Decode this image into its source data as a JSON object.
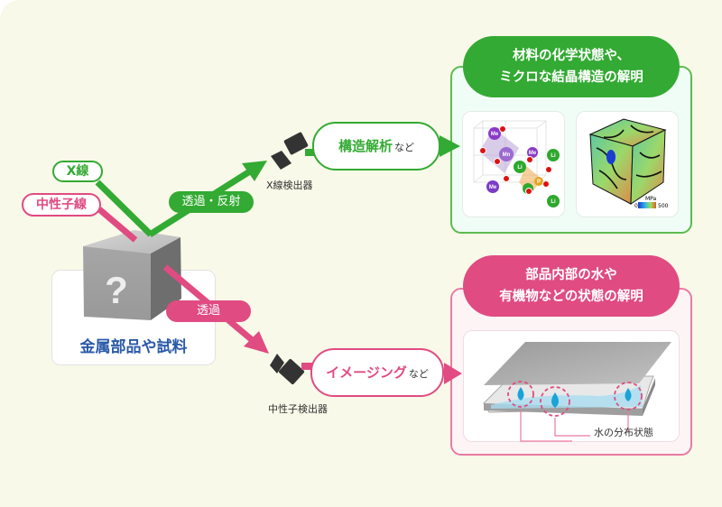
{
  "colors": {
    "background": "#f8f9e8",
    "xray_green": "#33aa33",
    "neutron_pink": "#e04b82",
    "sample_blue": "#2a5aa8"
  },
  "sources": {
    "xray": "X線",
    "neutron": "中性子線"
  },
  "sample": {
    "icon": "question-mark-cube-icon",
    "glyph": "?",
    "label": "金属部品や試料"
  },
  "paths": {
    "xray_interaction": "透過・反射",
    "neutron_interaction": "透過"
  },
  "detectors": {
    "xray": {
      "icon": "camera-icon",
      "label": "X線検出器"
    },
    "neutron": {
      "icon": "camera-icon",
      "label": "中性子検出器"
    }
  },
  "methods": {
    "xray": {
      "main": "構造解析",
      "suffix": "など"
    },
    "neutron": {
      "main": "イメージング",
      "suffix": "など"
    }
  },
  "results": {
    "xray": {
      "heading_line1": "材料の化学状態や、",
      "heading_line2": "ミクロな結晶構造の解明",
      "crystal_atoms": [
        "Me",
        "Mn",
        "Li",
        "P",
        "O"
      ],
      "stress_map": {
        "unit": "MPa",
        "min": "0",
        "max": "500"
      }
    },
    "neutron": {
      "heading_line1": "部品内部の水や",
      "heading_line2": "有機物などの状態の解明",
      "caption": "水の分布状態"
    }
  }
}
